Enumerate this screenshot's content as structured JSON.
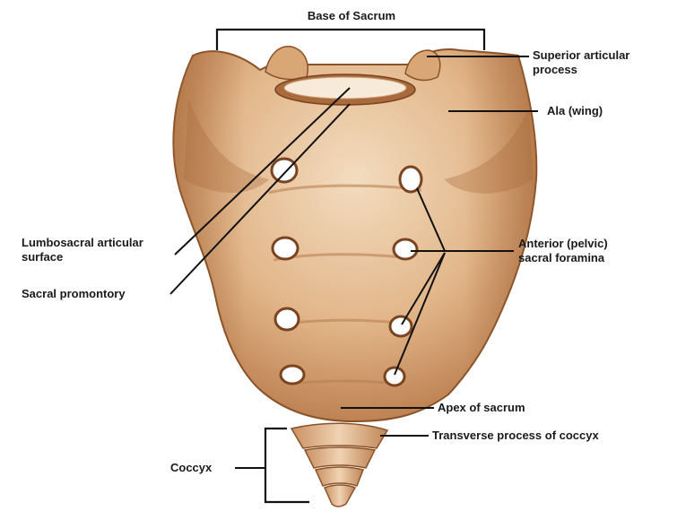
{
  "labels": {
    "base_of_sacrum": "Base of Sacrum",
    "superior_articular_process_1": "Superior articular",
    "superior_articular_process_2": "process",
    "ala": "Ala (wing)",
    "lumbosacral_1": "Lumbosacral articular",
    "lumbosacral_2": "surface",
    "sacral_promontory": "Sacral promontory",
    "anterior_foramina_1": "Anterior (pelvic)",
    "anterior_foramina_2": "sacral foramina",
    "apex_of_sacrum": "Apex of sacrum",
    "transverse_process_coccyx": "Transverse process of coccyx",
    "coccyx": "Coccyx"
  },
  "colors": {
    "bone_light": "#f1d6b6",
    "bone_mid": "#d9a777",
    "bone_dark": "#a9683a",
    "bone_shadow": "#7d4a24",
    "foramen": "#ffffff",
    "leader_line": "#111111"
  }
}
